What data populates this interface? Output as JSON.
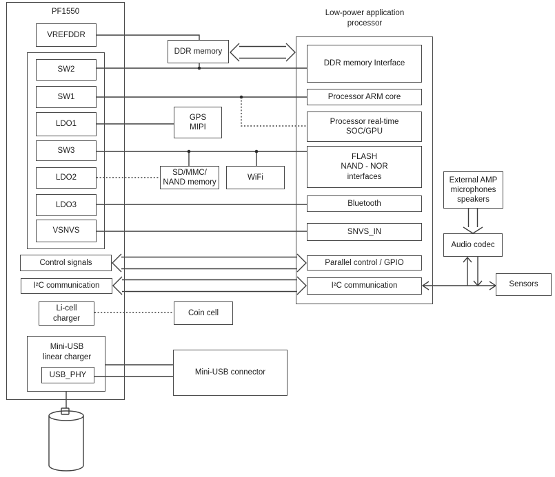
{
  "colors": {
    "line": "#3f3f3f",
    "border": "#4a4a4a",
    "text": "#1c1c1c",
    "background": "#ffffff"
  },
  "icons": {
    "battery": "battery-cylinder-icon"
  },
  "pmic": {
    "title": "PF1550",
    "vrefddr": "VREFDDR",
    "regulators": [
      "SW2",
      "SW1",
      "LDO1",
      "SW3",
      "LDO2",
      "LDO3",
      "VSNVS"
    ],
    "control_signals": "Control signals",
    "i2c_label": "I²C communication",
    "licell_label": "Li-cell\ncharger",
    "usb_charger_label": "Mini-USB\nlinear charger",
    "usb_phy_label": "USB_PHY"
  },
  "mid": {
    "ddr_memory": "DDR memory",
    "gps_mipi": "GPS\nMIPI",
    "sd_mmc": "SD/MMC/\nNAND memory",
    "wifi": "WiFi",
    "coin_cell": "Coin cell",
    "usb_connector": "Mini-USB connector"
  },
  "proc": {
    "title": "Low-power application\nprocessor",
    "blocks": [
      "DDR memory Interface",
      "Processor ARM core",
      "Processor real-time\nSOC/GPU",
      "FLASH\nNAND - NOR\ninterfaces",
      "Bluetooth",
      "SNVS_IN",
      "Parallel control / GPIO",
      "I²C communication"
    ]
  },
  "right": {
    "external_amp": "External AMP\nmicrophones\nspeakers",
    "audio_codec": "Audio codec",
    "sensors": "Sensors"
  }
}
